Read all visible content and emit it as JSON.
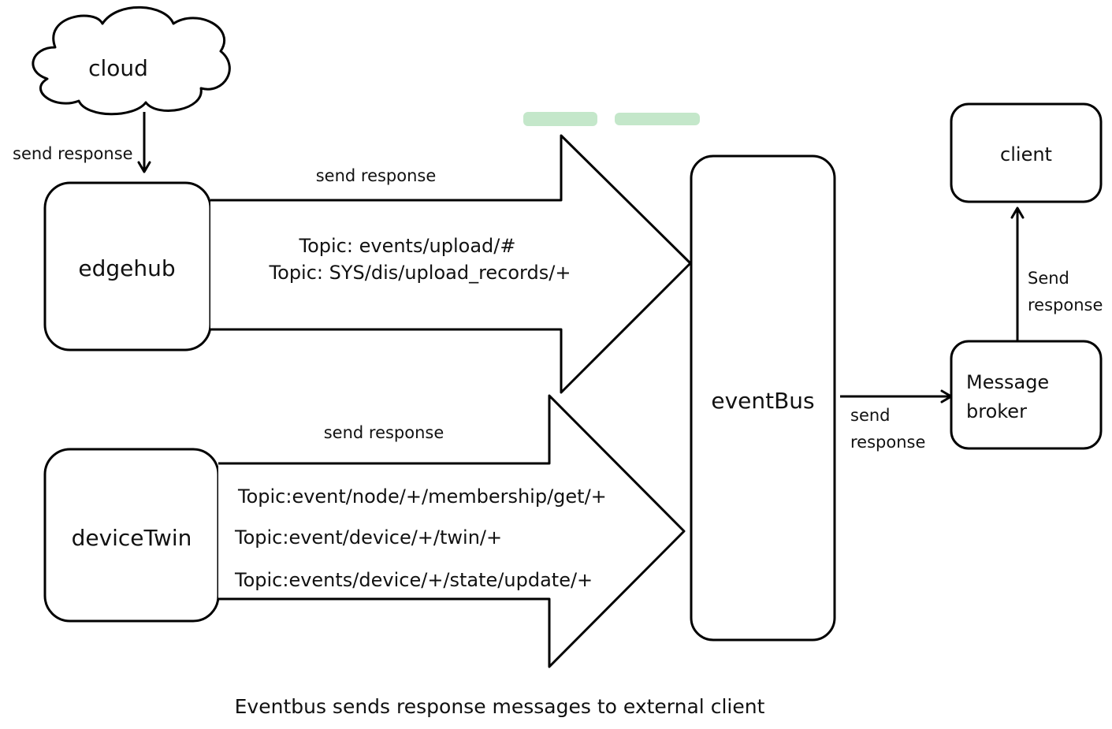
{
  "nodes": {
    "cloud": "cloud",
    "edgehub": "edgehub",
    "device_twin": "deviceTwin",
    "event_bus": "eventBus",
    "client": "client",
    "message_broker": [
      "Message",
      "broker"
    ]
  },
  "edges": {
    "cloud_to_edgehub": "send response",
    "edgehub_to_eventbus": {
      "label": "send response",
      "topics": [
        "Topic: events/upload/#",
        "Topic: SYS/dis/upload_records/+"
      ]
    },
    "devicetwin_to_eventbus": {
      "label": "send response",
      "topics": [
        "Topic:event/node/+/membership/get/+",
        "Topic:event/device/+/twin/+",
        "Topic:events/device/+/state/update/+"
      ]
    },
    "eventbus_to_broker": [
      "send",
      "response"
    ],
    "broker_to_client": [
      "Send",
      "response"
    ]
  },
  "caption": "Eventbus sends response messages to external client"
}
